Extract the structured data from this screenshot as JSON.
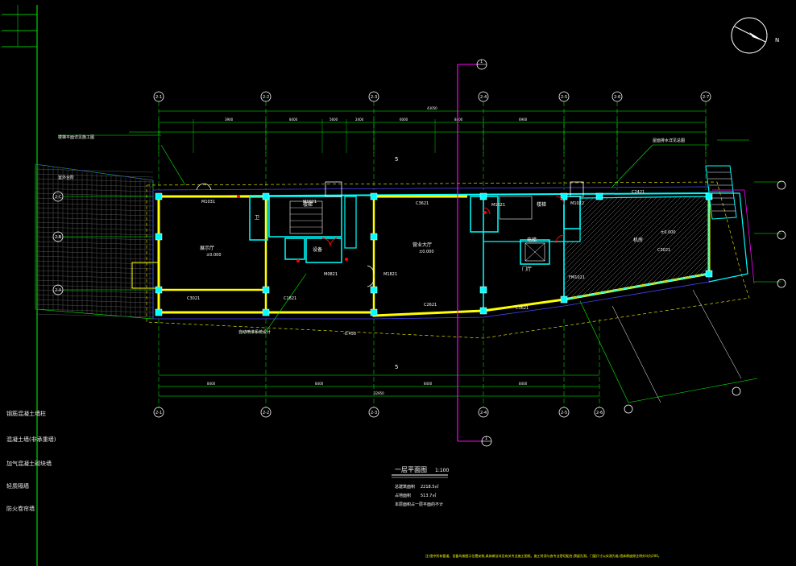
{
  "drawing": {
    "title": "一层平面图",
    "scale": "1:100",
    "stats": [
      {
        "label": "总建筑面积",
        "value": "2218.5㎡"
      },
      {
        "label": "占地面积",
        "value": "513.7㎡"
      }
    ],
    "note": "本层面积占一层平面的不计",
    "footer_note": "注:图中所有管道、设备均按图示位置安装,具体做法详见有关专业施工图纸。施工时须与各专业密切配合,预留孔洞。门窗尺寸以实测为准,墙体厚度除注明外均为200。"
  },
  "legend": [
    {
      "label": "钢筋混凝土墙柱"
    },
    {
      "label": "混凝土墙(非承重墙)"
    },
    {
      "label": "加气混凝土砌块墙"
    },
    {
      "label": "轻质隔墙"
    },
    {
      "label": "防火卷帘墙"
    }
  ],
  "axes_top": [
    {
      "label": "2-1"
    },
    {
      "label": "2-2"
    },
    {
      "label": "2-3"
    },
    {
      "label": "2-4"
    },
    {
      "label": "2-5"
    },
    {
      "label": "2-6"
    },
    {
      "label": "2-7"
    }
  ],
  "axes_bottom": [
    {
      "label": "2-1"
    },
    {
      "label": "2-2"
    },
    {
      "label": "2-3"
    },
    {
      "label": "2-4"
    },
    {
      "label": "2-5"
    },
    {
      "label": "2-6"
    }
  ],
  "axes_left": [
    {
      "label": "2-C"
    },
    {
      "label": "2-B"
    },
    {
      "label": "2-A"
    }
  ],
  "dimensions": {
    "overall_top": "43050",
    "overall_bottom": "32850",
    "segments_top": [
      "3900",
      "8400",
      "5600",
      "2400",
      "6000",
      "8400",
      "6900"
    ],
    "segments_bottom": [
      "8400",
      "8400",
      "8400",
      "8400"
    ]
  },
  "rooms": [
    {
      "name": "展示厅"
    },
    {
      "name": "营业大厅"
    },
    {
      "name": "卫"
    },
    {
      "name": "楼梯"
    },
    {
      "name": "设备"
    },
    {
      "name": "电梯"
    },
    {
      "name": "机房"
    },
    {
      "name": "门厅"
    },
    {
      "name": "楼梯"
    }
  ],
  "doors": [
    "M1031",
    "M1021",
    "M0821",
    "M1021",
    "M1821",
    "M1022",
    "FM1021"
  ],
  "windows": [
    "C3021",
    "C3621",
    "C2621",
    "C1821",
    "C3621",
    "C2421",
    "C3021"
  ],
  "annotations": [
    {
      "text": "楼梯平面详见施工图"
    },
    {
      "text": "自动喷淋系统设计"
    },
    {
      "text": "-0.450"
    },
    {
      "text": "±0.000"
    },
    {
      "text": "±0.000"
    },
    {
      "text": "±0.000"
    },
    {
      "text": "屋面排水详见总图"
    },
    {
      "text": "室外台阶"
    },
    {
      "text": "5"
    },
    {
      "text": "5"
    }
  ],
  "section_markers": [
    {
      "label": "1"
    },
    {
      "label": "1"
    }
  ],
  "colors": {
    "background": "#000000",
    "axis": "#00ff00",
    "wall": "#ffff00",
    "inner": "#00ffff",
    "section": "#ff00ff",
    "dim": "#00ff00",
    "hatch": "#808080",
    "door": "#ff0000",
    "text": "#ffffff"
  }
}
